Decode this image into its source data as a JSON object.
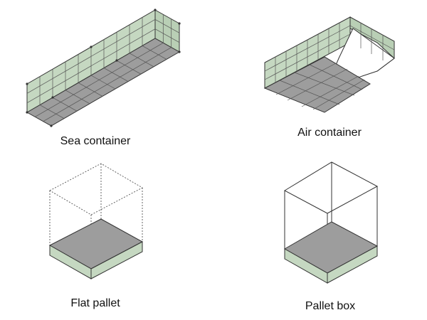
{
  "labels": {
    "sea_container": "Sea container",
    "air_container": "Air container",
    "flat_pallet": "Flat pallet",
    "pallet_box": "Pallet box"
  },
  "colors": {
    "wall_green": "#c5d8c1",
    "floor_gray": "#9d9d9d",
    "line": "#333333",
    "background": "#ffffff"
  }
}
